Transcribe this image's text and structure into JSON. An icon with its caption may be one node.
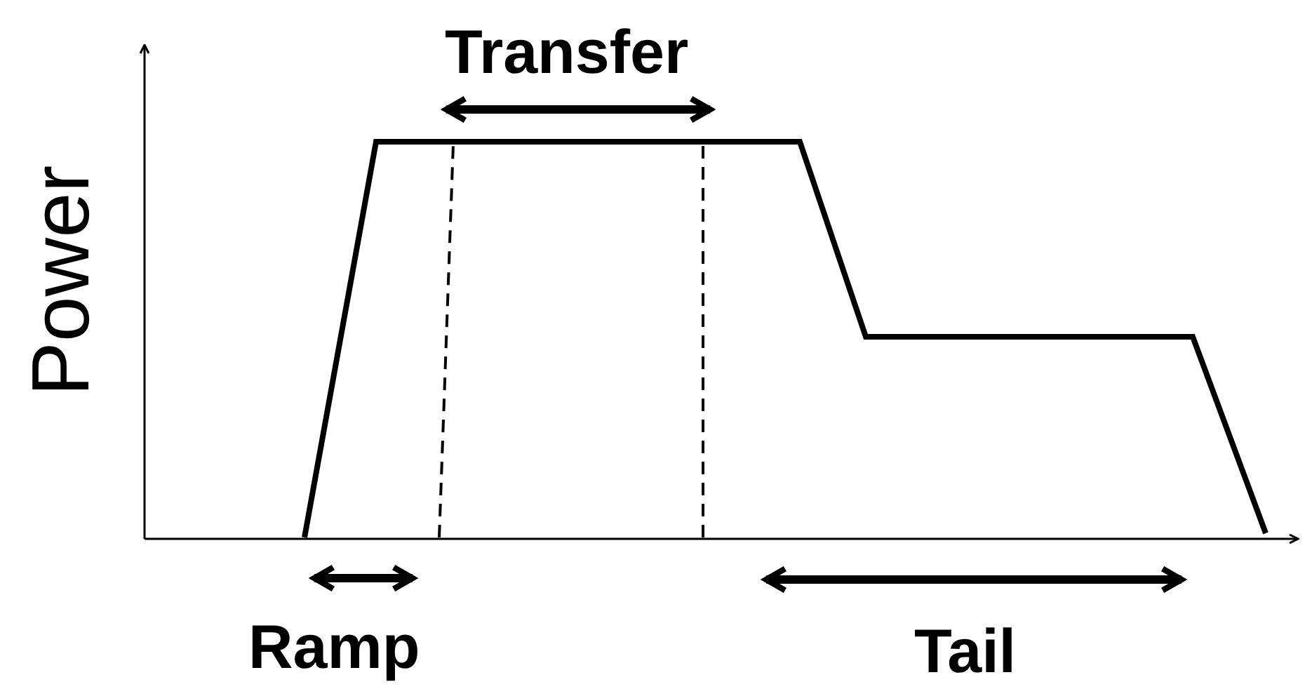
{
  "diagram": {
    "labels": [
      "Power",
      "Transfer",
      "Ramp",
      "Tail"
    ]
  }
}
